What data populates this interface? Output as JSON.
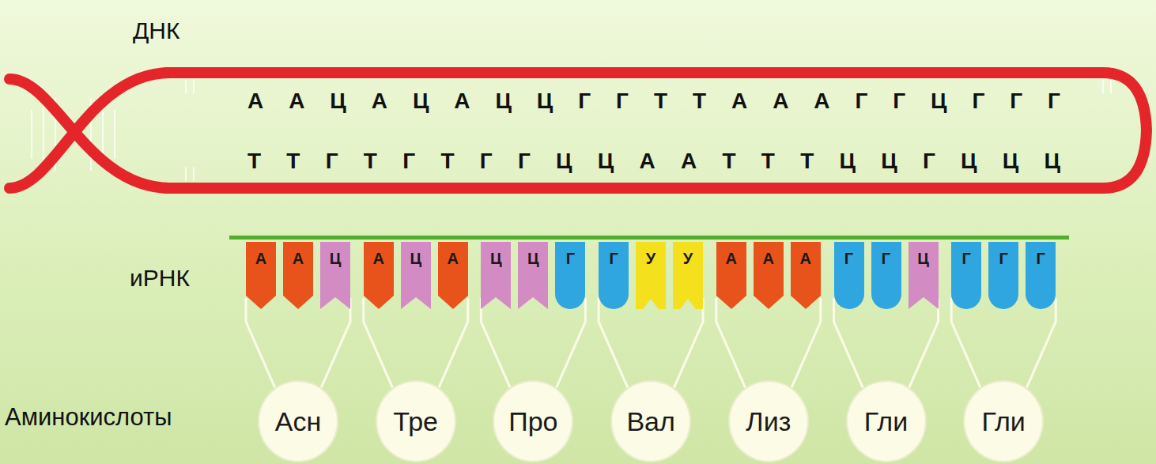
{
  "diagram": {
    "nodes": [
      {
        "text": [
          "А"
        ]
      },
      {
        "text": [
          "А"
        ]
      },
      {
        "text": [
          "Ц"
        ]
      },
      {
        "text": [
          "А"
        ]
      },
      {
        "text": [
          "Ц"
        ]
      },
      {
        "text": [
          "А"
        ]
      },
      {
        "text": [
          "Ц"
        ]
      },
      {
        "text": [
          "Ц"
        ]
      },
      {
        "text": [
          "Г"
        ]
      },
      {
        "text": [
          "Г"
        ]
      },
      {
        "text": [
          "У"
        ]
      },
      {
        "text": [
          "У"
        ]
      },
      {
        "text": [
          "А"
        ]
      },
      {
        "text": [
          "А"
        ]
      },
      {
        "text": [
          "А"
        ]
      },
      {
        "text": [
          "Г"
        ]
      },
      {
        "text": [
          "Г"
        ]
      },
      {
        "text": [
          "Ц"
        ]
      },
      {
        "text": [
          "Г"
        ]
      },
      {
        "text": [
          "Г"
        ]
      },
      {
        "text": [
          "Г"
        ]
      },
      {
        "text": [
          "Асн"
        ]
      },
      {
        "text": [
          "Тре"
        ]
      },
      {
        "text": [
          "Про"
        ]
      },
      {
        "text": [
          "Вал"
        ]
      },
      {
        "text": [
          "Лиз"
        ]
      },
      {
        "text": [
          "Гли"
        ]
      },
      {
        "text": [
          "Гли"
        ]
      }
    ],
    "edges": [
      {
        "from": 0,
        "to": 21,
        "arrow": "none"
      },
      {
        "from": 2,
        "to": 21,
        "arrow": "none"
      },
      {
        "from": 3,
        "to": 22,
        "arrow": "none"
      },
      {
        "from": 5,
        "to": 22,
        "arrow": "none"
      },
      {
        "from": 6,
        "to": 23,
        "arrow": "none"
      },
      {
        "from": 8,
        "to": 23,
        "arrow": "none"
      },
      {
        "from": 9,
        "to": 24,
        "arrow": "none"
      },
      {
        "from": 11,
        "to": 24,
        "arrow": "none"
      },
      {
        "from": 12,
        "to": 25,
        "arrow": "none"
      },
      {
        "from": 14,
        "to": 25,
        "arrow": "none"
      },
      {
        "from": 15,
        "to": 26,
        "arrow": "none"
      },
      {
        "from": 17,
        "to": 26,
        "arrow": "none"
      },
      {
        "from": 18,
        "to": 27,
        "arrow": "none"
      },
      {
        "from": 20,
        "to": 27,
        "arrow": "none"
      }
    ],
    "labels": [
      "ДНК",
      "А А Ц А Ц А Ц Ц Г Г Т Т А А А Г Г Ц Г Г Г",
      "Т Т Г Т Г Т Г Г Ц Ц А А Т Т Т Ц Ц Г Ц Ц Ц",
      "иРНК",
      "Аминокислоты"
    ]
  }
}
